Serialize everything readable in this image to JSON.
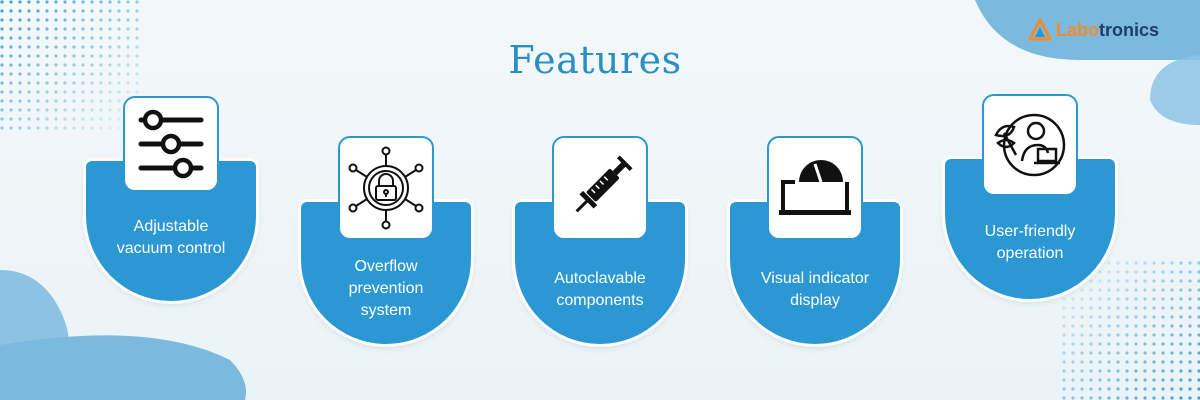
{
  "brand": {
    "name_prefix": "Labo",
    "name_suffix": "tronics"
  },
  "title": "Features",
  "colors": {
    "accent": "#2b98d3",
    "title": "#2b8fc4",
    "brand_orange": "#f28c28",
    "brand_navy": "#1f3d66"
  },
  "features": [
    {
      "line1": "Adjustable",
      "line2": "vacuum control",
      "line3": "",
      "icon": "sliders-icon"
    },
    {
      "line1": "Overflow",
      "line2": "prevention",
      "line3": "system",
      "icon": "lock-network-icon"
    },
    {
      "line1": "Autoclavable",
      "line2": "components",
      "line3": "",
      "icon": "syringe-icon"
    },
    {
      "line1": "Visual indicator",
      "line2": "display",
      "line3": "",
      "icon": "gauge-display-icon"
    },
    {
      "line1": "User-friendly",
      "line2": "operation",
      "line3": "",
      "icon": "user-laptop-icon"
    }
  ]
}
